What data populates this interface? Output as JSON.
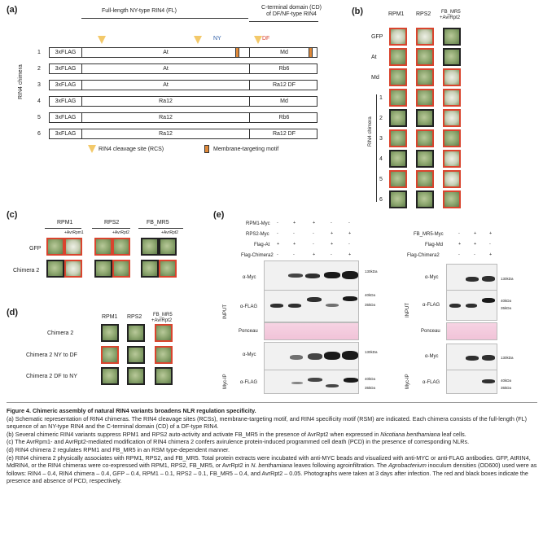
{
  "panel_a": {
    "label": "(a)",
    "header_fl": "Full-length NY-type RIN4 (FL)",
    "header_cd": "C-terminal domain (CD) of DF/NF-type RIN4",
    "ny_label": "NY",
    "df_label": "DF",
    "side_label": "RIN4 chimera",
    "rows": [
      {
        "num": "1",
        "flag": "3xFLAG",
        "fl": "At",
        "cd": "Md"
      },
      {
        "num": "2",
        "flag": "3xFLAG",
        "fl": "At",
        "cd": "Rb6"
      },
      {
        "num": "3",
        "flag": "3xFLAG",
        "fl": "At",
        "cd": "Ra12 DF"
      },
      {
        "num": "4",
        "flag": "3xFLAG",
        "fl": "Ra12",
        "cd": "Md"
      },
      {
        "num": "5",
        "flag": "3xFLAG",
        "fl": "Ra12",
        "cd": "Rb6"
      },
      {
        "num": "6",
        "flag": "3xFLAG",
        "fl": "Ra12",
        "cd": "Ra12 DF"
      }
    ],
    "legend_rcs": "RIN4 cleavage site (RCS)",
    "legend_mt": "Membrane-targeting motif"
  },
  "panel_b": {
    "label": "(b)",
    "cols": [
      "RPM1",
      "RPS2",
      "FB_MR5\n+AvrRpt2"
    ],
    "col1": "RPM1",
    "col2": "RPS2",
    "col3a": "FB_MR5",
    "col3b": "+AvrRpt2",
    "rows": [
      "GFP",
      "At",
      "Md",
      "1",
      "2",
      "3",
      "4",
      "5",
      "6"
    ],
    "side_label": "RIN4 chimera"
  },
  "panel_c": {
    "label": "(c)",
    "col1": "RPM1",
    "col2": "RPS2",
    "col3": "FB_MR5",
    "sub1": "+AvrRpm1",
    "sub2": "+AvrRpt2",
    "sub3": "+AvrRpt2",
    "row1": "GFP",
    "row2": "Chimera 2"
  },
  "panel_d": {
    "label": "(d)",
    "col1": "RPM1",
    "col2": "RPS2",
    "col3a": "FB_MR5",
    "col3b": "+AvrRpt2",
    "row1": "Chimera 2",
    "row2": "Chimera 2 NY to DF",
    "row3": "Chimera 2 DF to NY"
  },
  "panel_e": {
    "label": "(e)",
    "left": {
      "cond1": "RPM1-Myc",
      "cond2": "RPS2-Myc",
      "cond3": "Flag-At",
      "cond4": "Flag-Chimera2",
      "input": "INPUT",
      "ip": "Myc-IP",
      "amyc": "α-Myc",
      "aflag": "α-FLAG",
      "ponceau": "Ponceau",
      "amyc2": "α-Myc",
      "aflag2": "α-FLAG",
      "m130": "130kDa",
      "m40": "40kDa",
      "m35": "35kDa",
      "m130b": "130kDa",
      "m40b": "40kDa",
      "m35b": "35kDa"
    },
    "right": {
      "cond1": "FB_MR5-Myc",
      "cond2": "Flag-Md",
      "cond3": "Flag-Chimera2",
      "input": "INPUT",
      "ip": "Myc-IP",
      "amyc": "α-Myc",
      "aflag": "α-FLAG",
      "ponceau": "Ponceau",
      "amyc2": "α-Myc",
      "aflag2": "α-FLAG",
      "m130": "130kDa",
      "m40": "40kDa",
      "m35": "35kDa",
      "m130b": "130kDa",
      "m40b": "40kDa",
      "m35b": "35kDa"
    },
    "plus": "+",
    "minus": "-"
  },
  "caption": {
    "title": "Figure 4.",
    "title_rest": " Chimeric assembly of natural RIN4 variants broadens NLR regulation specificity.",
    "a": "(a) Schematic representation of RIN4 chimeras. The RIN4 cleavage sites (RCSs), membrane-targeting motif, and RIN4 specificity motif (RSM) are indicated. Each chimera consists of the full-length (FL) sequence of an NY-type RIN4 and the C-terminal domain (CD) of a DF-type RIN4.",
    "b1": "(b) Several chimeric RIN4 variants suppress RPM1 and RPS2 auto-activity and activate FB_MR5 in the presence of AvrRpt2 when expressed in ",
    "b_italic": "Nicotiana benthamiana",
    "b2": " leaf cells.",
    "c": "(c) The AvrRpm1- and AvrRpt2-mediated modification of RIN4 chimera 2 confers avirulence protein-induced programmed cell death (PCD) in the presence of corresponding NLRs.",
    "d": "(d) RIN4 chimera 2 regulates RPM1 and FB_MR5 in an RSM type-dependent manner.",
    "e1": "(e) RIN4 chimera 2 physically associates with RPM1, RPS2, and FB_MR5. Total protein extracts were incubated with anti-MYC beads and visualized with anti-MYC or anti-FLAG antibodies. GFP, AtRIN4, MdRIN4, or the RIN4 chimeras were co-expressed with RPM1, RPS2, FB_MR5, or AvrRpt2 in ",
    "e_italic1": "N. benthamiana",
    "e2": " leaves following agroinfiltration. The ",
    "e_italic2": "Agrobacterium",
    "e3": " inoculum densities (OD600) used were as follows: RIN4 – 0.4, RIN4 chimera – 0.4, GFP – 0.4, RPM1 – 0.1, RPS2 – 0.1, FB_MR5 – 0.4, and AvrRpt2 – 0.05. Photographs were taken at 3 days after infection. The red and black boxes indicate the presence and absence of PCD, respectively."
  }
}
